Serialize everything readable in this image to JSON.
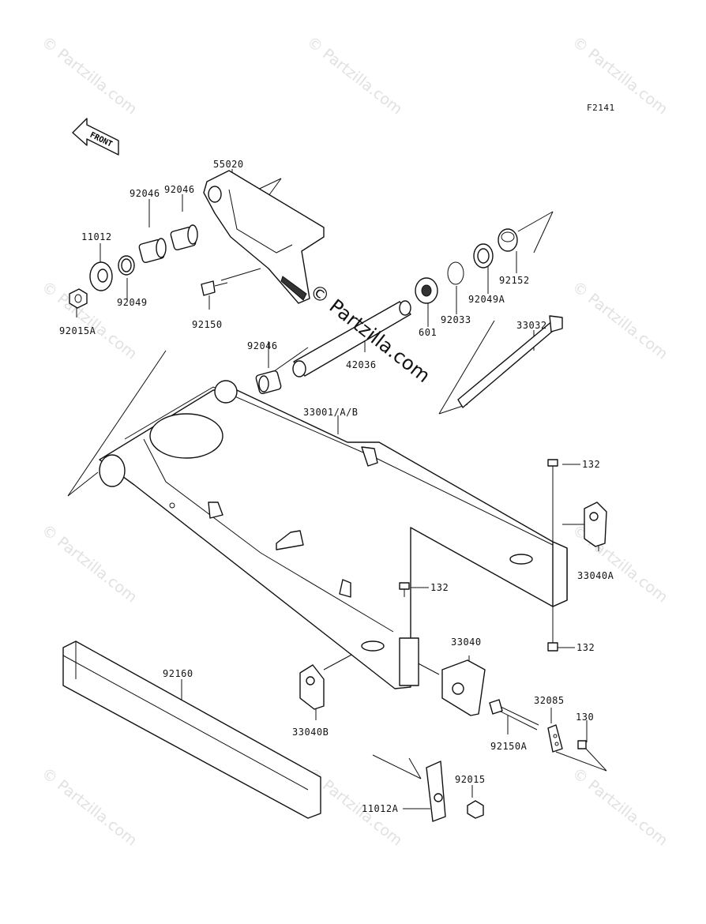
{
  "figure_code": "F2141",
  "front_badge": "FRONT",
  "watermark": "© Partzilla.com",
  "center_watermark": "© Partzilla.com",
  "parts": [
    {
      "id": "55020"
    },
    {
      "id": "92046"
    },
    {
      "id": "92046"
    },
    {
      "id": "11012"
    },
    {
      "id": "92049"
    },
    {
      "id": "92015A"
    },
    {
      "id": "92150"
    },
    {
      "id": "601"
    },
    {
      "id": "92033"
    },
    {
      "id": "92049A"
    },
    {
      "id": "92152"
    },
    {
      "id": "92046"
    },
    {
      "id": "42036"
    },
    {
      "id": "33032"
    },
    {
      "id": "33001/A/B"
    },
    {
      "id": "132"
    },
    {
      "id": "33040A"
    },
    {
      "id": "132"
    },
    {
      "id": "132"
    },
    {
      "id": "33040"
    },
    {
      "id": "92160"
    },
    {
      "id": "33040B"
    },
    {
      "id": "32085"
    },
    {
      "id": "130"
    },
    {
      "id": "92150A"
    },
    {
      "id": "92015"
    },
    {
      "id": "11012A"
    }
  ]
}
